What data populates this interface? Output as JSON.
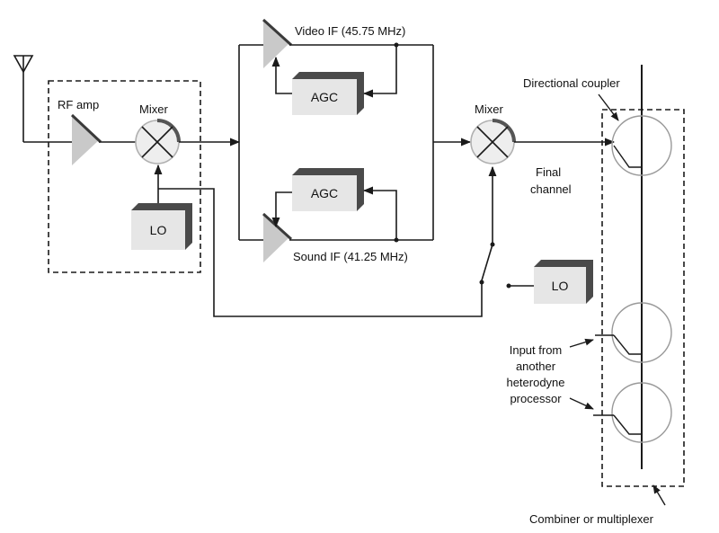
{
  "labels": {
    "rf_amp": "RF amp",
    "mixer_1": "Mixer",
    "lo_1": "LO",
    "video_if": "Video IF (45.75 MHz)",
    "agc_video": "AGC",
    "agc_sound": "AGC",
    "sound_if": "Sound IF (41.25 MHz)",
    "mixer_2": "Mixer",
    "final_channel_line1": "Final",
    "final_channel_line2": "channel",
    "lo_2": "LO",
    "directional_coupler": "Directional coupler",
    "input_line1": "Input from",
    "input_line2": "another",
    "input_line3": "heterodyne",
    "input_line4": "processor",
    "combiner": "Combiner or multiplexer"
  },
  "colors": {
    "line": "#1a1a1a",
    "block_face": "#e6e6e6",
    "block_shadow": "#4a4a4a",
    "amp_fill": "#c9c9c9",
    "amp_edge": "#444444",
    "mixer_fill": "#eeeeee"
  }
}
